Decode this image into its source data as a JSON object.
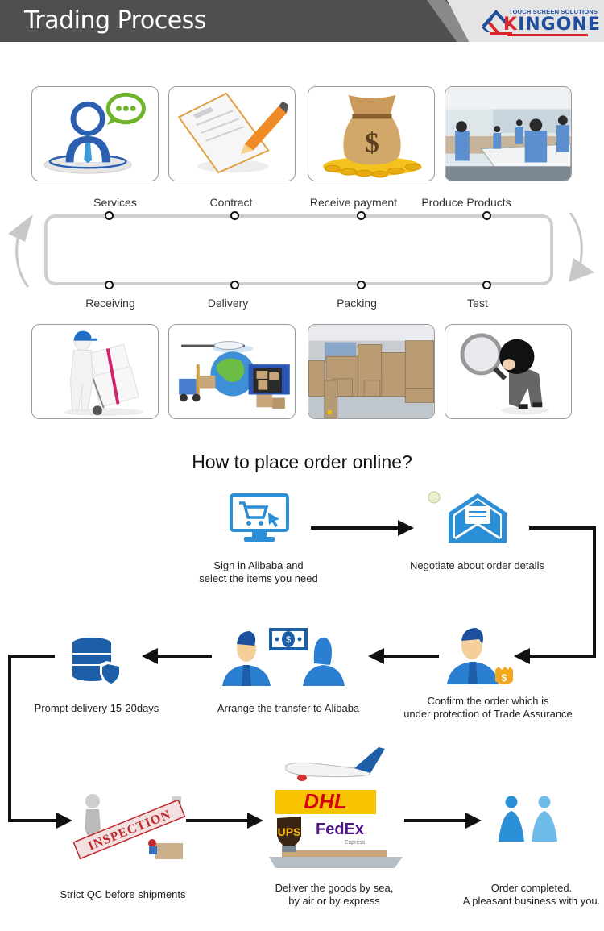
{
  "header": {
    "title": "Trading Process",
    "logo": {
      "tagline": "TOUCH SCREEN SOLUTIONS",
      "brand_first": "K",
      "brand_rest": "INGONE",
      "colors": {
        "red": "#d9262b",
        "blue": "#1f4e9c"
      }
    },
    "background": "#4f4f4f"
  },
  "trading_process": {
    "top_row": [
      {
        "label": "Services",
        "icon": "customer-service-icon"
      },
      {
        "label": "Contract",
        "icon": "contract-pencil-icon"
      },
      {
        "label": "Receive payment",
        "icon": "money-bag-icon"
      },
      {
        "label": "Produce Products",
        "icon": "factory-production-photo"
      }
    ],
    "bottom_row": [
      {
        "label": "Receiving",
        "icon": "hand-truck-icon"
      },
      {
        "label": "Delivery",
        "icon": "global-logistics-icon"
      },
      {
        "label": "Packing",
        "icon": "warehouse-boxes-photo"
      },
      {
        "label": "Test",
        "icon": "magnifier-inspector-icon"
      }
    ],
    "cycle_direction": "clockwise"
  },
  "order_online": {
    "title": "How to place order online?",
    "steps": [
      {
        "id": 1,
        "caption_lines": [
          "Sign in Alibaba and",
          "select the items you need"
        ],
        "icon": "computer-cart-icon"
      },
      {
        "id": 2,
        "caption_lines": [
          "Negotiate about order details"
        ],
        "icon": "envelope-icon"
      },
      {
        "id": 3,
        "caption_lines": [
          "Confirm the order which is",
          "under protection of Trade Assurance"
        ],
        "icon": "person-shield-icon"
      },
      {
        "id": 4,
        "caption_lines": [
          "Arrange the transfer to Alibaba"
        ],
        "icon": "money-transfer-icon"
      },
      {
        "id": 5,
        "caption_lines": [
          "Prompt delivery 15-20days"
        ],
        "icon": "database-shield-icon"
      },
      {
        "id": 6,
        "caption_lines": [
          "Strict QC before shipments"
        ],
        "icon": "inspection-icon",
        "stamp_text": "INSPECTION"
      },
      {
        "id": 7,
        "caption_lines": [
          "Deliver the goods by sea,",
          "by air or by express"
        ],
        "icon": "shipping-carriers-icon",
        "carriers": [
          "DHL",
          "UPS",
          "FedEx",
          "Express"
        ]
      },
      {
        "id": 8,
        "caption_lines": [
          "Order completed.",
          "A pleasant business with you."
        ],
        "icon": "two-people-icon"
      }
    ],
    "colors": {
      "icon_blue": "#2a8fd6",
      "dark_blue": "#1c5ea8",
      "light_blue": "#6cbbe9"
    }
  }
}
